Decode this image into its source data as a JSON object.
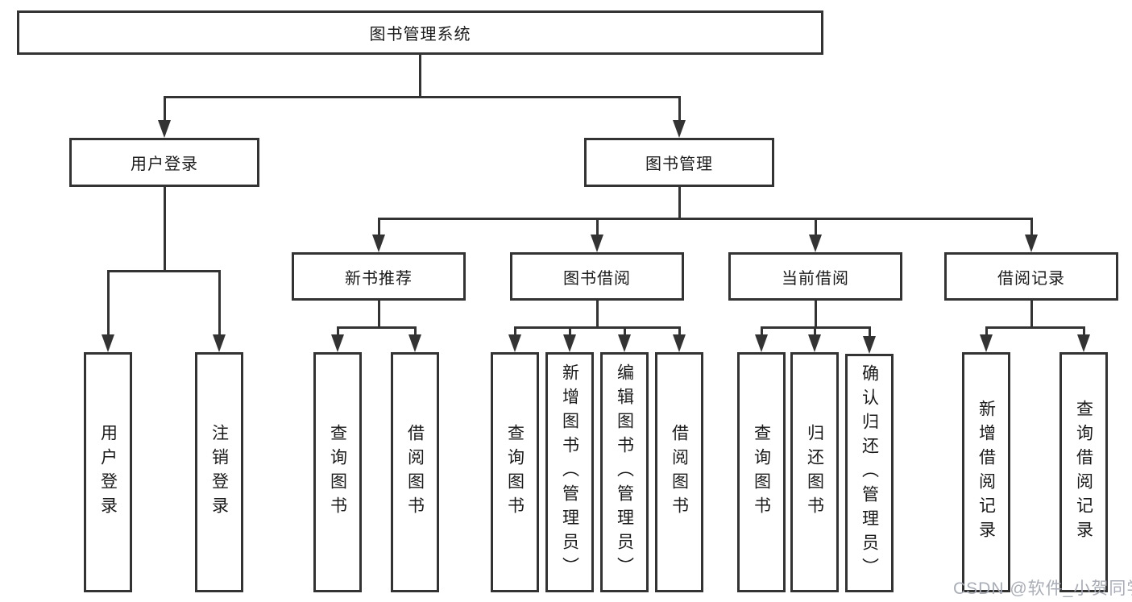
{
  "diagram": {
    "root": {
      "label": "图书管理系统"
    },
    "level2": [
      {
        "label": "用户登录"
      },
      {
        "label": "图书管理"
      }
    ],
    "level3": [
      {
        "label": "新书推荐"
      },
      {
        "label": "图书借阅"
      },
      {
        "label": "当前借阅"
      },
      {
        "label": "借阅记录"
      }
    ],
    "level4": [
      {
        "label": "用户登录"
      },
      {
        "label": "注销登录"
      },
      {
        "label": "查询图书"
      },
      {
        "label": "借阅图书"
      },
      {
        "label": "查询图书"
      },
      {
        "label": "新增图书（管理员）"
      },
      {
        "label": "编辑图书（管理员）"
      },
      {
        "label": "借阅图书"
      },
      {
        "label": "查询图书"
      },
      {
        "label": "归还图书"
      },
      {
        "label": "确认归还（管理员）"
      },
      {
        "label": "新增借阅记录"
      },
      {
        "label": "查询借阅记录"
      }
    ],
    "watermark": "CSDN @软件_小贺同学",
    "colors": {
      "line": "#333333",
      "text": "#1a1a1a",
      "box_fill": "#ffffff",
      "watermark": "#a4a9b3"
    }
  }
}
